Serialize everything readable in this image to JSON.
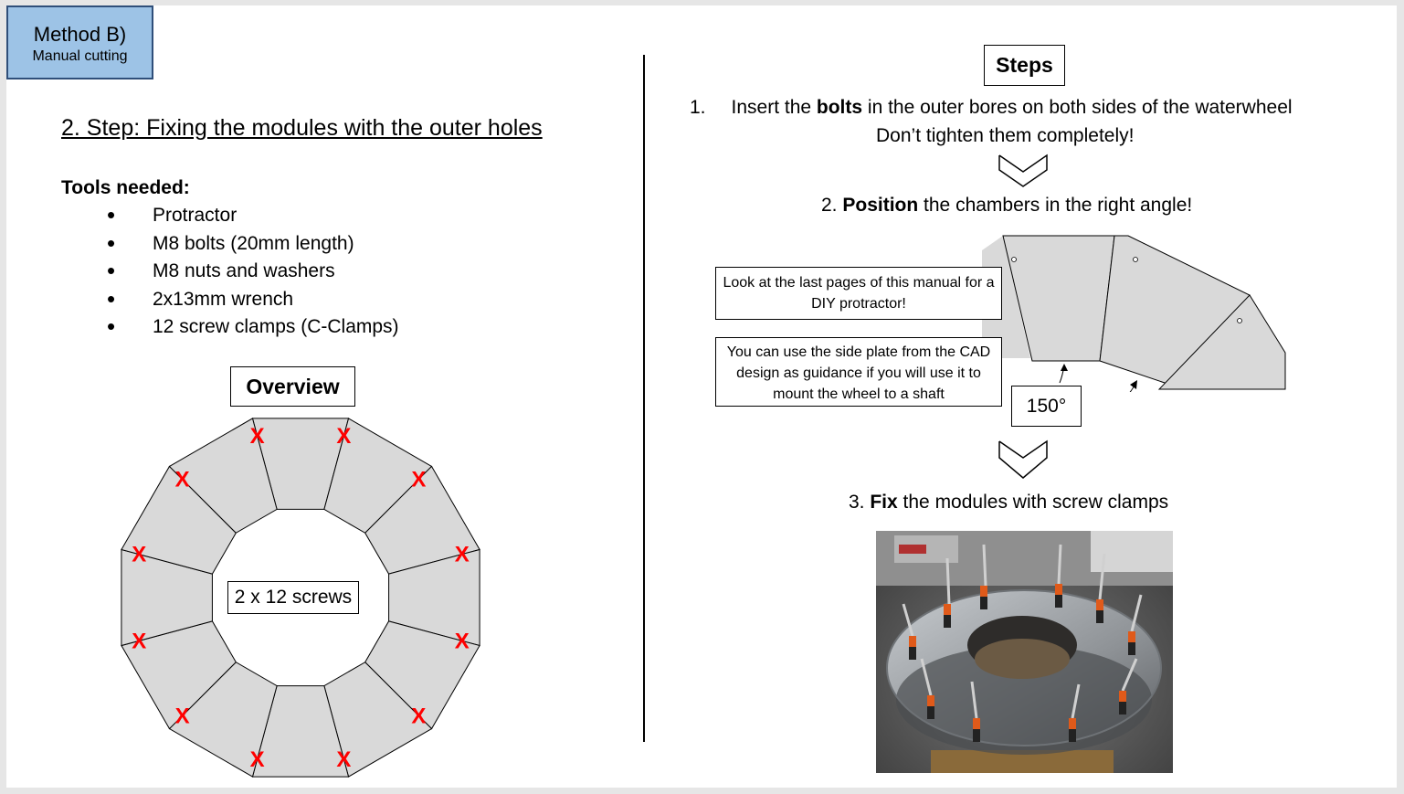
{
  "method": {
    "title": "Method B)",
    "subtitle": "Manual cutting"
  },
  "step_title": "2. Step: Fixing the modules with the outer holes",
  "tools": {
    "heading": "Tools needed:",
    "items": [
      "Protractor",
      "M8 bolts (20mm length)",
      "M8 nuts and washers",
      "2x13mm wrench",
      "12 screw clamps (C-Clamps)"
    ]
  },
  "overview": {
    "label": "Overview",
    "center_label": "2 x 12 screws",
    "marker": "X",
    "marker_color": "#ff0000",
    "segment_fill": "#d9d9d9"
  },
  "steps": {
    "heading": "Steps",
    "step1_num": "1.",
    "step1_pre": "Insert the ",
    "step1_bold": "bolts",
    "step1_post": " in the outer bores on both sides of the waterwheel",
    "step1_line2": "Don’t tighten them completely!",
    "step2_num": "2. ",
    "step2_bold": "Position",
    "step2_post": " the chambers in the right angle!",
    "step3_num": "3. ",
    "step3_bold": "Fix",
    "step3_post": " the modules with screw clamps"
  },
  "notes": {
    "protractor": "Look at the last pages of this manual for a DIY protractor!",
    "side_plate": "You can use the side plate from the CAD design as guidance if you will use it to mount the wheel to a shaft"
  },
  "angle_label": "150°",
  "colors": {
    "method_box": "#9dc3e6",
    "segment_fill": "#d9d9d9",
    "marker": "#ff0000"
  }
}
